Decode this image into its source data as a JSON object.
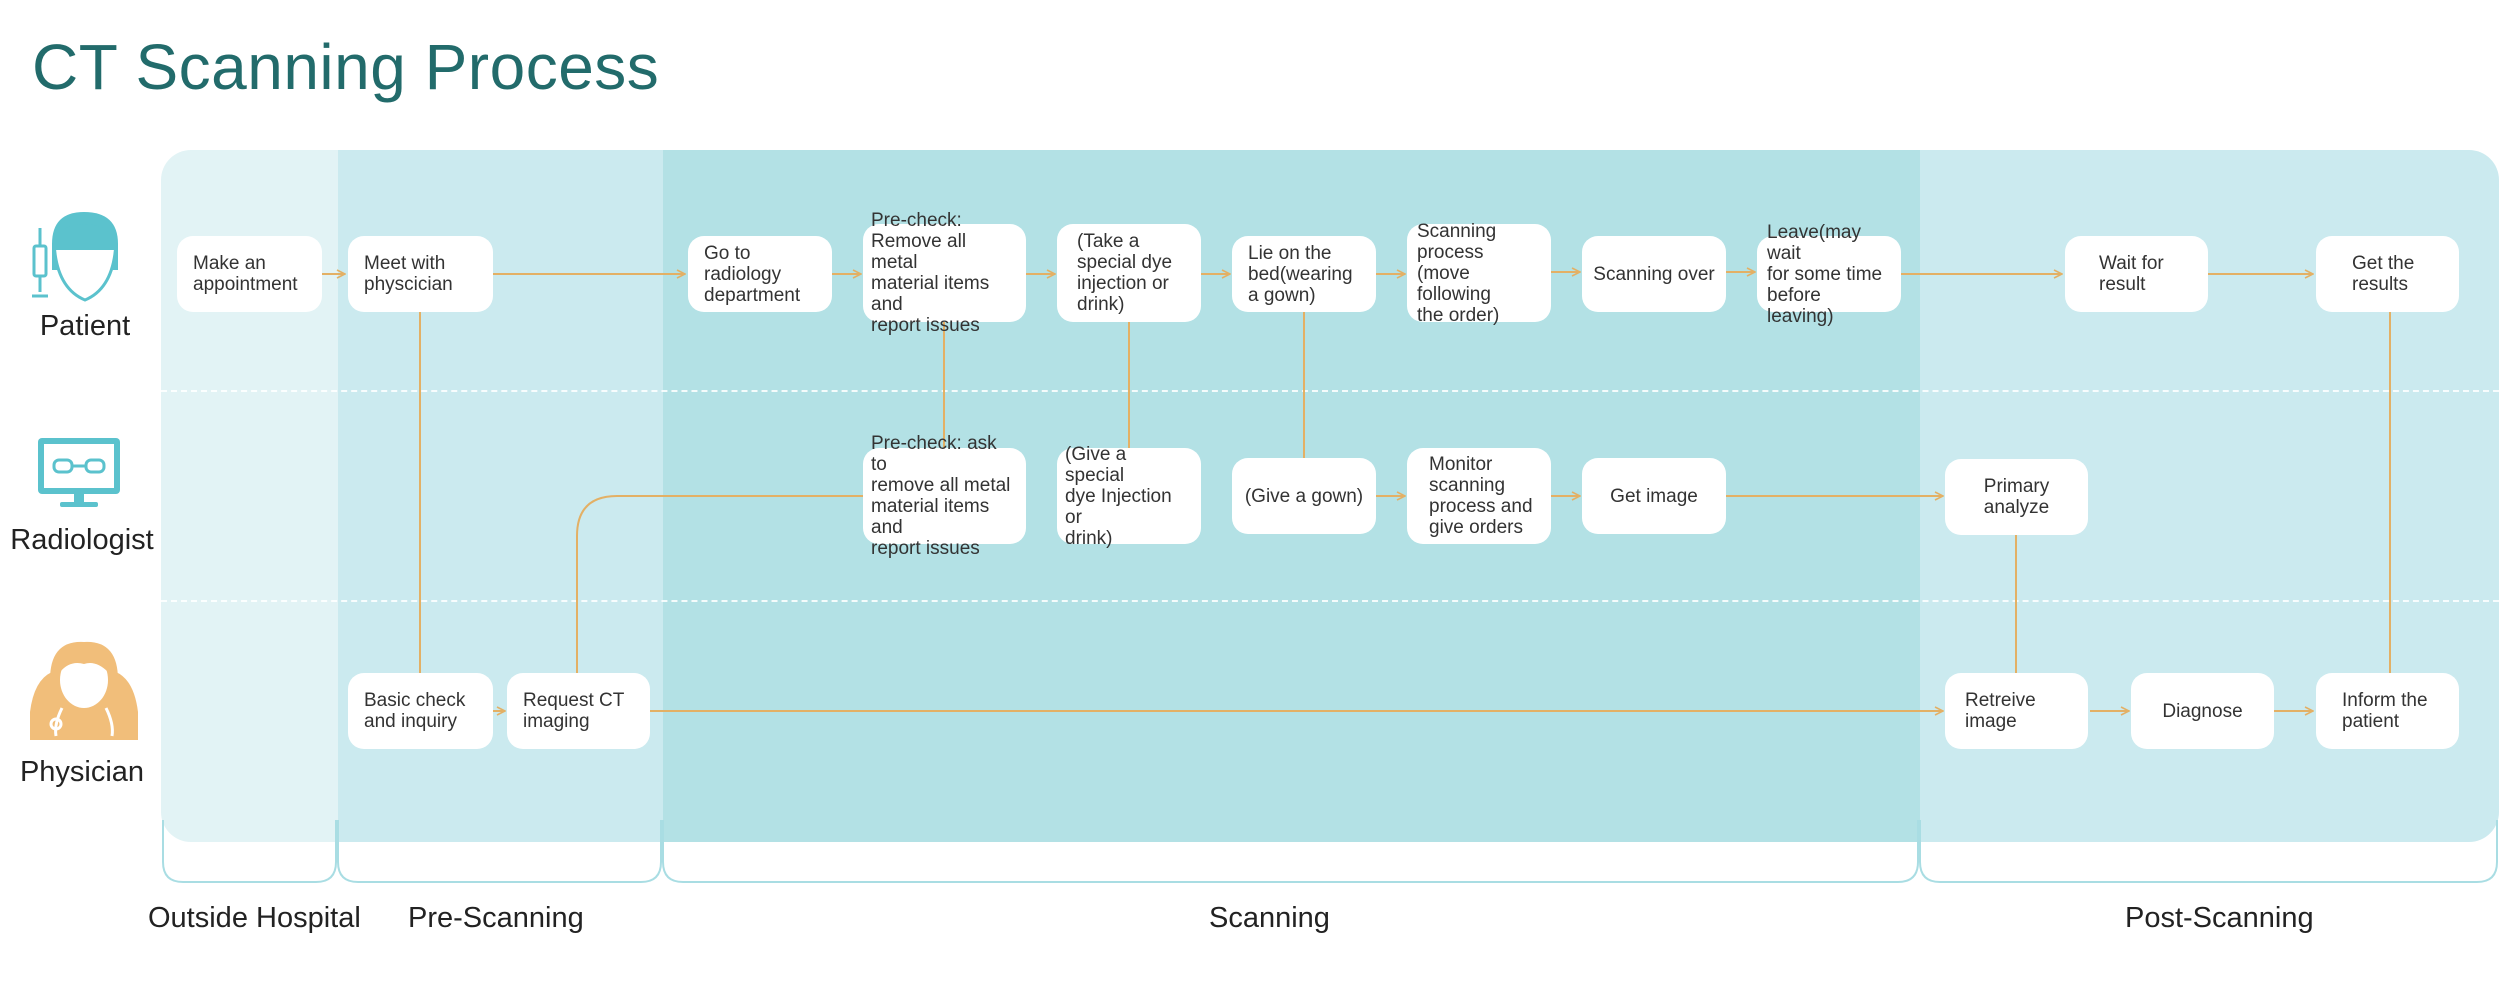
{
  "title": "CT Scanning Process",
  "colors": {
    "title": "#226b6b",
    "connector": "#e3b065",
    "patient_icon": "#5bc2cd",
    "radiologist_icon": "#5bc2cd",
    "physician_icon": "#f1be7a",
    "phase_outside": "#e2f3f5",
    "phase_pre": "#cbeaef",
    "phase_scanning": "#b3e1e5",
    "phase_post": "#cbeaef"
  },
  "roles": {
    "patient": {
      "label": "Patient",
      "icon": "patient-nurse-icon"
    },
    "radiologist": {
      "label": "Radiologist",
      "icon": "monitor-glasses-icon"
    },
    "physician": {
      "label": "Physician",
      "icon": "doctor-stethoscope-icon"
    }
  },
  "phases": [
    "Outside Hospital",
    "Pre-Scanning",
    "Scanning",
    "Post-Scanning"
  ],
  "steps": {
    "make_appointment": "Make an\nappointment",
    "meet_physician": "Meet with\nphyscician",
    "go_radiology": "Go to\nradiology\ndepartment",
    "precheck_patient": "Pre-check:\nRemove all metal\nmaterial items and\nreport issues",
    "take_dye": "(Take a\nspecial dye\ninjection or\ndrink)",
    "lie_bed": "Lie on the\nbed(wearing\na gown)",
    "scanning_process": "Scanning\nprocess\n(move following\nthe order)",
    "scanning_over": "Scanning over",
    "leave": "Leave(may wait\nfor some time\nbefore leaving)",
    "wait_result": "Wait for\nresult",
    "get_results": "Get the\nresults",
    "precheck_radiologist": "Pre-check: ask to\nremove all metal\nmaterial items and\nreport issues",
    "give_dye": "(Give a special\ndye Injection or\ndrink)",
    "give_gown": "(Give a gown)",
    "monitor": "Monitor\nscanning\nprocess and\ngive orders",
    "get_image": "Get image",
    "primary_analyze": "Primary\nanalyze",
    "basic_check": "Basic check\nand inquiry",
    "request_ct": "Request CT\nimaging",
    "retrieve_image": "Retreive\nimage",
    "diagnose": "Diagnose",
    "inform_patient": "Inform the\npatient"
  }
}
